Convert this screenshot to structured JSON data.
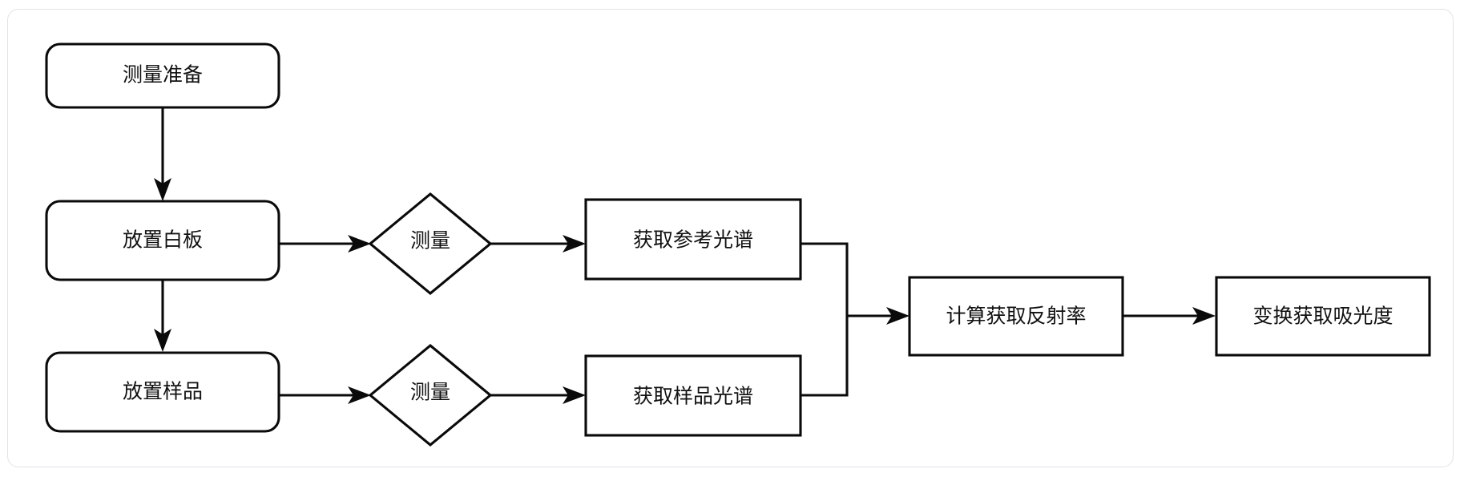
{
  "diagram": {
    "type": "flowchart",
    "title": "",
    "orientation": "left-to-right",
    "background_color": "#ffffff",
    "card_border_color": "#e3e3e8",
    "node_stroke_color": "#0a0a0a",
    "node_fill_color": "#ffffff",
    "text_color": "#111111",
    "nodes": [
      {
        "id": "prep",
        "label": "测量准备",
        "shape": "rounded-rectangle"
      },
      {
        "id": "white",
        "label": "放置白板",
        "shape": "rounded-rectangle"
      },
      {
        "id": "sample",
        "label": "放置样品",
        "shape": "rounded-rectangle"
      },
      {
        "id": "measure1",
        "label": "测量",
        "shape": "diamond"
      },
      {
        "id": "measure2",
        "label": "测量",
        "shape": "diamond"
      },
      {
        "id": "refspec",
        "label": "获取参考光谱",
        "shape": "rectangle"
      },
      {
        "id": "sampspec",
        "label": "获取样品光谱",
        "shape": "rectangle"
      },
      {
        "id": "reflect",
        "label": "计算获取反射率",
        "shape": "rectangle"
      },
      {
        "id": "absorb",
        "label": "变换获取吸光度",
        "shape": "rectangle"
      }
    ],
    "edges": [
      {
        "from": "prep",
        "to": "white",
        "label": "",
        "arrow": true
      },
      {
        "from": "white",
        "to": "sample",
        "label": "",
        "arrow": true
      },
      {
        "from": "white",
        "to": "measure1",
        "label": "",
        "arrow": true
      },
      {
        "from": "measure1",
        "to": "refspec",
        "label": "",
        "arrow": true
      },
      {
        "from": "sample",
        "to": "measure2",
        "label": "",
        "arrow": true
      },
      {
        "from": "measure2",
        "to": "sampspec",
        "label": "",
        "arrow": true
      },
      {
        "from": "refspec",
        "to": "reflect",
        "label": "",
        "arrow": true
      },
      {
        "from": "sampspec",
        "to": "reflect",
        "label": "",
        "arrow": true
      },
      {
        "from": "reflect",
        "to": "absorb",
        "label": "",
        "arrow": true
      }
    ]
  }
}
